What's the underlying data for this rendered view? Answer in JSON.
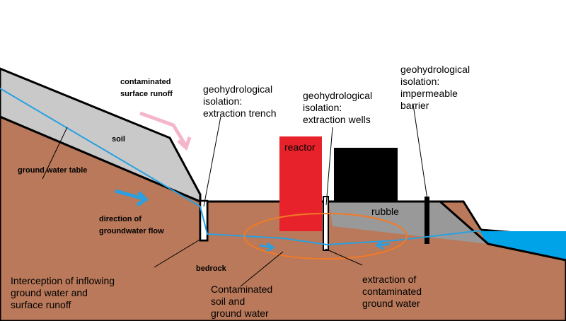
{
  "labels": {
    "contaminated_runoff": [
      "contaminated",
      "surface runoff"
    ],
    "trench": [
      "geohydrological",
      "isolation:",
      "extraction trench"
    ],
    "wells": [
      "geohydrological",
      "isolation:",
      "extraction wells"
    ],
    "barrier": [
      "geohydrological",
      "isolation:",
      "impermeable",
      "barrier"
    ],
    "soil": "soil",
    "ground_water_table": "ground water table",
    "reactor": "reactor",
    "rubble": "rubble",
    "direction_flow": [
      "direction of",
      "groundwater flow"
    ],
    "bedrock": "bedrock",
    "interception": [
      "Interception of inflowing",
      "ground water and",
      "surface runoff"
    ],
    "contaminated_soil": [
      "Contaminated",
      "soil and",
      "ground water"
    ],
    "extraction_gw": [
      "extraction of",
      "contaminated",
      "ground water"
    ]
  },
  "colors": {
    "ground": "#b9795a",
    "soil_layer": "#c9c9c9",
    "rubble": "#999999",
    "water": "#2aa0e0",
    "reactor": "#e8222a",
    "building": "#000000",
    "plume": "#f07a28",
    "runoff_arrow": "#f5b6cc",
    "sea": "#00a2e8"
  }
}
